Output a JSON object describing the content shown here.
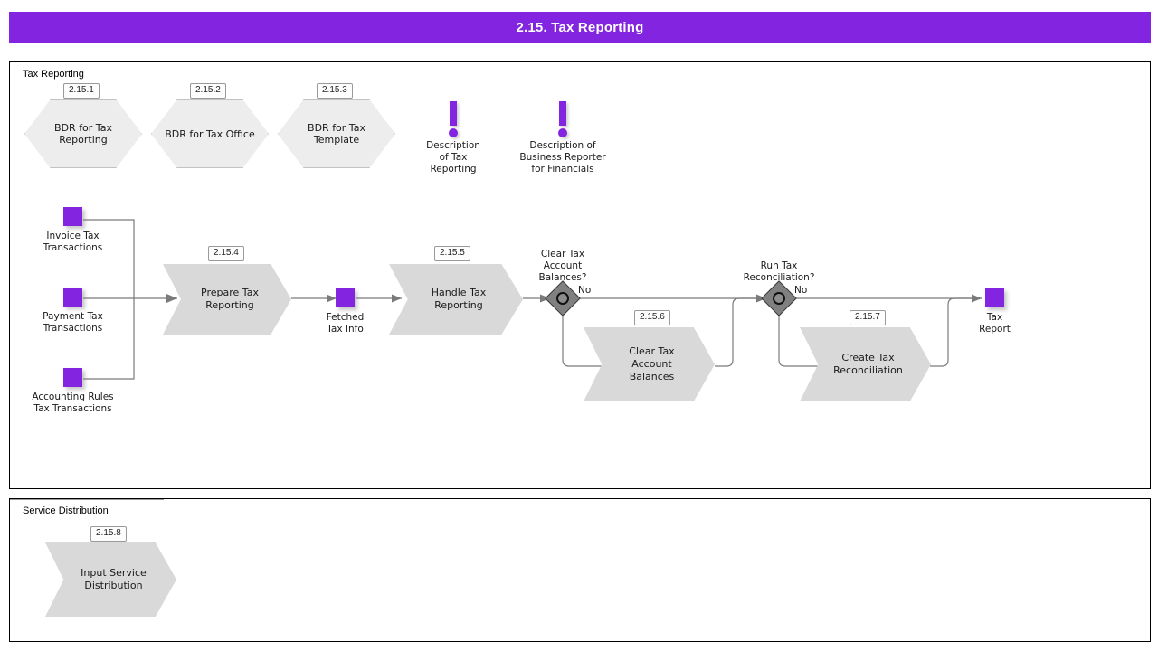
{
  "header": {
    "title": "2.15. Tax Reporting",
    "accent": "#8324E0"
  },
  "lanes": [
    {
      "id": "tax",
      "title": "Tax Reporting"
    },
    {
      "id": "svc",
      "title": "Service Distribution"
    }
  ],
  "bdr_nodes": [
    {
      "tag": "2.15.1",
      "label": "BDR for Tax\nReporting"
    },
    {
      "tag": "2.15.2",
      "label": "BDR for Tax Office"
    },
    {
      "tag": "2.15.3",
      "label": "BDR for Tax\nTemplate"
    }
  ],
  "descriptions": [
    {
      "icon": "exclamation-icon",
      "label": "Description\nof Tax\nReporting"
    },
    {
      "icon": "exclamation-icon",
      "label": "Description of\nBusiness Reporter\nfor Financials"
    }
  ],
  "data_objects": [
    {
      "id": "invoice-tax-transactions",
      "label": "Invoice Tax\nTransactions"
    },
    {
      "id": "payment-tax-transactions",
      "label": "Payment Tax\nTransactions"
    },
    {
      "id": "accounting-rules-tax-transactions",
      "label": "Accounting Rules\nTax Transactions"
    },
    {
      "id": "fetched-tax-info",
      "label": "Fetched\nTax Info"
    },
    {
      "id": "tax-report",
      "label": "Tax\nReport"
    }
  ],
  "activities": [
    {
      "tag": "2.15.4",
      "label": "Prepare Tax\nReporting"
    },
    {
      "tag": "2.15.5",
      "label": "Handle Tax\nReporting"
    },
    {
      "tag": "2.15.6",
      "label": "Clear Tax\nAccount\nBalances"
    },
    {
      "tag": "2.15.7",
      "label": "Create Tax\nReconciliation"
    },
    {
      "tag": "2.15.8",
      "label": "Input Service\nDistribution"
    }
  ],
  "gateways": [
    {
      "id": "clear-tax-account-balances",
      "question": "Clear Tax\nAccount\nBalances?",
      "branch_label": "No"
    },
    {
      "id": "run-tax-reconciliation",
      "question": "Run Tax\nReconciliation?",
      "branch_label": "No"
    }
  ]
}
